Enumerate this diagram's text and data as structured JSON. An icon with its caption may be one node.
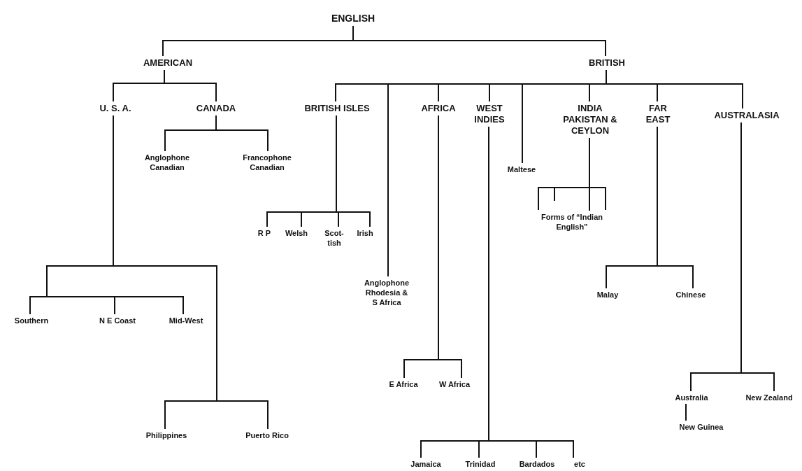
{
  "diagram": {
    "nodes": [
      {
        "text": [
          "ENGLISH"
        ]
      },
      {
        "text": [
          "AMERICAN"
        ]
      },
      {
        "text": [
          "BRITISH"
        ]
      },
      {
        "text": [
          "U. S. A."
        ]
      },
      {
        "text": [
          "CANADA"
        ]
      },
      {
        "text": [
          "BRITISH ISLES"
        ]
      },
      {
        "text": [
          "AFRICA"
        ]
      },
      {
        "text": [
          "WEST INDIES"
        ]
      },
      {
        "text": [
          "INDIA PAKISTAN & CEYLON"
        ]
      },
      {
        "text": [
          "FAR EAST"
        ]
      },
      {
        "text": [
          "AUSTRALASIA"
        ]
      },
      {
        "text": [
          "Anglophone Canadian"
        ]
      },
      {
        "text": [
          "Francophone Canadian"
        ]
      },
      {
        "text": [
          "Maltese"
        ]
      },
      {
        "text": [
          "Forms of “Indian English”"
        ]
      },
      {
        "text": [
          "R P"
        ]
      },
      {
        "text": [
          "Welsh"
        ]
      },
      {
        "text": [
          "Scot- tish"
        ]
      },
      {
        "text": [
          "Irish"
        ]
      },
      {
        "text": [
          "Anglophone Rhodesia & S Africa"
        ]
      },
      {
        "text": [
          "Malay"
        ]
      },
      {
        "text": [
          "Chinese"
        ]
      },
      {
        "text": [
          "Southern"
        ]
      },
      {
        "text": [
          "N E Coast"
        ]
      },
      {
        "text": [
          "Mid-West"
        ]
      },
      {
        "text": [
          "E Africa"
        ]
      },
      {
        "text": [
          "W Africa"
        ]
      },
      {
        "text": [
          "Philippines"
        ]
      },
      {
        "text": [
          "Puerto Rico"
        ]
      },
      {
        "text": [
          "Australia"
        ]
      },
      {
        "text": [
          "New Zealand"
        ]
      },
      {
        "text": [
          "New Guinea"
        ]
      },
      {
        "text": [
          "Jamaica"
        ]
      },
      {
        "text": [
          "Trinidad"
        ]
      },
      {
        "text": [
          "Bardados"
        ]
      },
      {
        "text": [
          "etc"
        ]
      }
    ],
    "edges": [
      {
        "from": 0,
        "to": 1,
        "arrow": "none"
      },
      {
        "from": 0,
        "to": 2,
        "arrow": "none"
      },
      {
        "from": 1,
        "to": 3,
        "arrow": "none"
      },
      {
        "from": 1,
        "to": 4,
        "arrow": "none"
      },
      {
        "from": 2,
        "to": 5,
        "arrow": "none"
      },
      {
        "from": 2,
        "to": 19,
        "arrow": "none"
      },
      {
        "from": 2,
        "to": 6,
        "arrow": "none"
      },
      {
        "from": 2,
        "to": 7,
        "arrow": "none"
      },
      {
        "from": 2,
        "to": 13,
        "arrow": "none"
      },
      {
        "from": 2,
        "to": 8,
        "arrow": "none"
      },
      {
        "from": 2,
        "to": 9,
        "arrow": "none"
      },
      {
        "from": 2,
        "to": 10,
        "arrow": "none"
      },
      {
        "from": 4,
        "to": 11,
        "arrow": "none"
      },
      {
        "from": 4,
        "to": 12,
        "arrow": "none"
      },
      {
        "from": 8,
        "to": 14,
        "arrow": "none"
      },
      {
        "from": 5,
        "to": 15,
        "arrow": "none"
      },
      {
        "from": 5,
        "to": 16,
        "arrow": "none"
      },
      {
        "from": 5,
        "to": 17,
        "arrow": "none"
      },
      {
        "from": 5,
        "to": 18,
        "arrow": "none"
      },
      {
        "from": 6,
        "to": 25,
        "arrow": "none"
      },
      {
        "from": 6,
        "to": 26,
        "arrow": "none"
      },
      {
        "from": 7,
        "to": 32,
        "arrow": "none"
      },
      {
        "from": 7,
        "to": 33,
        "arrow": "none"
      },
      {
        "from": 7,
        "to": 34,
        "arrow": "none"
      },
      {
        "from": 7,
        "to": 35,
        "arrow": "none"
      },
      {
        "from": 9,
        "to": 20,
        "arrow": "none"
      },
      {
        "from": 9,
        "to": 21,
        "arrow": "none"
      },
      {
        "from": 10,
        "to": 29,
        "arrow": "none"
      },
      {
        "from": 10,
        "to": 30,
        "arrow": "none"
      },
      {
        "from": 29,
        "to": 31,
        "arrow": "none"
      },
      {
        "from": 3,
        "to": 22,
        "arrow": "none"
      },
      {
        "from": 3,
        "to": 23,
        "arrow": "none"
      },
      {
        "from": 3,
        "to": 24,
        "arrow": "none"
      },
      {
        "from": 3,
        "to": 27,
        "arrow": "none"
      },
      {
        "from": 3,
        "to": 28,
        "arrow": "none"
      }
    ]
  }
}
